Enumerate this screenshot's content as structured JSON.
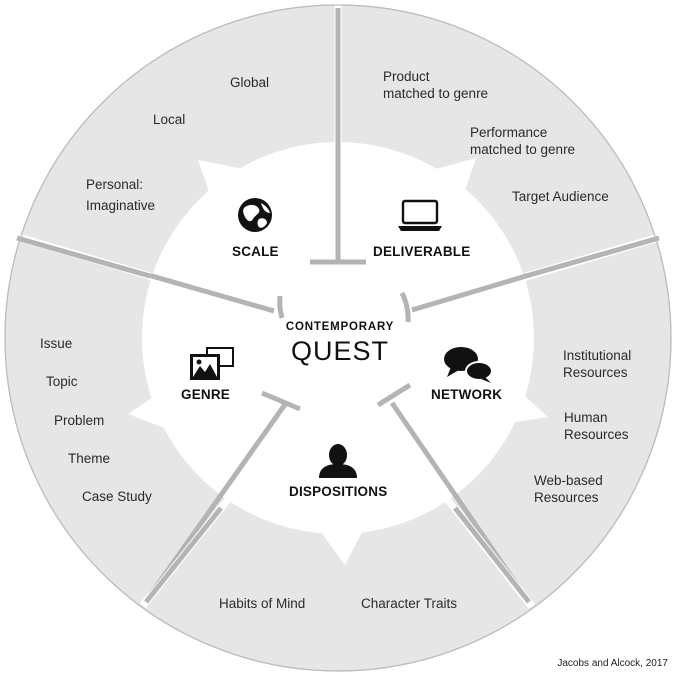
{
  "center": {
    "line1": "CONTEMPORARY",
    "line2": "QUEST"
  },
  "categories": {
    "scale": {
      "label": "SCALE",
      "icon": "globe-icon",
      "items": [
        "Global",
        "Local",
        "Personal:\nImaginative"
      ]
    },
    "deliverable": {
      "label": "DELIVERABLE",
      "icon": "laptop-icon",
      "items": [
        "Product\nmatched to genre",
        "Performance\nmatched to genre",
        "Target Audience"
      ]
    },
    "network": {
      "label": "NETWORK",
      "icon": "speech-bubbles-icon",
      "items": [
        "Institutional\nResources",
        "Human\nResources",
        "Web-based\nResources"
      ]
    },
    "dispositions": {
      "label": "DISPOSITIONS",
      "icon": "person-icon",
      "items": [
        "Habits of Mind",
        "Character Traits"
      ]
    },
    "genre": {
      "label": "GENRE",
      "icon": "images-icon",
      "items": [
        "Issue",
        "Topic",
        "Problem",
        "Theme",
        "Case Study"
      ]
    }
  },
  "credit": "Jacobs and Alcock, 2017",
  "colors": {
    "ring": "#e6e6e6",
    "divider": "#ffffff",
    "text": "#222222",
    "icon": "#111111"
  }
}
